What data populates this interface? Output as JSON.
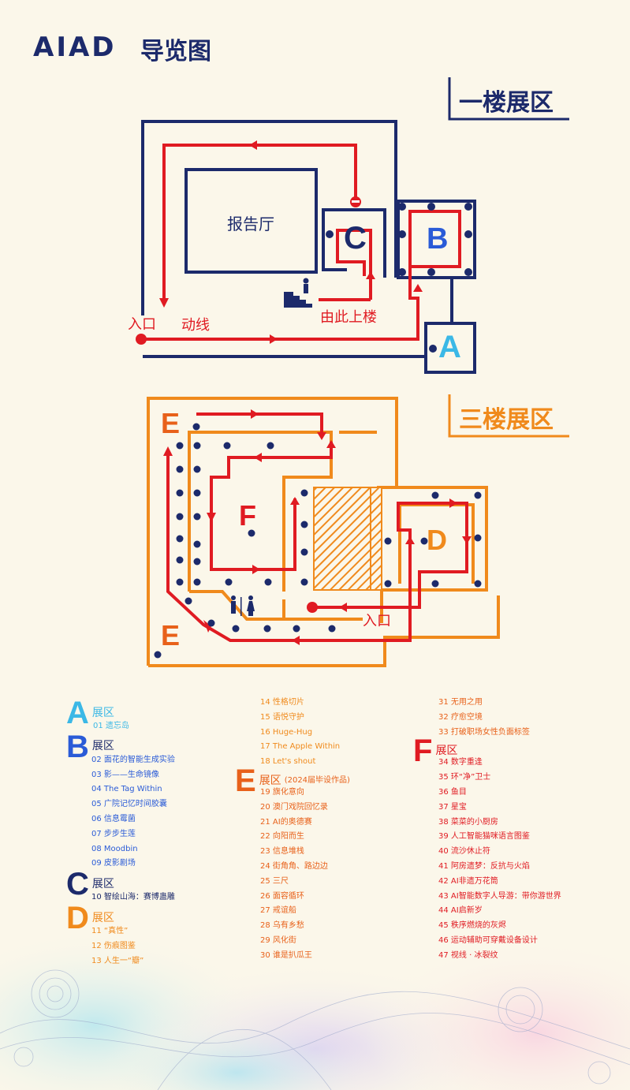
{
  "header": {
    "logo": "AIAD",
    "title": "导览图"
  },
  "floor1": {
    "title": "一楼展区",
    "hall": "报告厅",
    "entrance": "入口",
    "flow": "动线",
    "upstairs": "由此上楼",
    "zones": {
      "A": "A",
      "B": "B",
      "C": "C"
    }
  },
  "floor3": {
    "title": "三楼展区",
    "entrance": "入口",
    "zones": {
      "D": "D",
      "E": "E",
      "F": "F"
    }
  },
  "colors": {
    "navy": "#1c2a6b",
    "red": "#e01b22",
    "orange": "#f08a1c",
    "cyan": "#3bb8e6",
    "blue": "#2a5bd7"
  },
  "legend": {
    "A": {
      "letter": "A",
      "label": "展区",
      "items": [
        "01 遗忘岛"
      ]
    },
    "B": {
      "letter": "B",
      "label": "展区",
      "items": [
        "02 面花的智能生成实验",
        "03 影——生命镜像",
        "04 The Tag Within",
        "05 广院记忆时间胶囊",
        "06 信息霉菌",
        "07 步步生莲",
        "08 Moodbin",
        "09 皮影剧场"
      ]
    },
    "C": {
      "letter": "C",
      "label": "展区",
      "items": [
        "10 智绘山海：赛博蛊雕"
      ]
    },
    "D": {
      "letter": "D",
      "label": "展区",
      "items": [
        "11 “真性”",
        "12 伤痕图鉴",
        "13 人生一“瓣”",
        "14 性格切片",
        "15 语悦守护",
        "16 Huge-Hug",
        "17 The Apple Within",
        "18 Let's shout"
      ]
    },
    "E": {
      "letter": "E",
      "label": "展区",
      "note": "(2024届毕设作品)",
      "items": [
        "19 旗化意向",
        "20 澳门戏院回忆录",
        "21 AI的奥德赛",
        "22 向阳而生",
        "23 信息堆栈",
        "24 街角角、路边边",
        "25 三尺",
        "26 面容循环",
        "27 戒谊船",
        "28 乌有乡愁",
        "29 风化街",
        "30 谁是扒瓜王",
        "31 无用之用",
        "32 疗愈空境",
        "33 打破职场女性负面标签"
      ]
    },
    "F": {
      "letter": "F",
      "label": "展区",
      "items": [
        "34 数字重逢",
        "35 环“净”卫士",
        "36 鱼目",
        "37 星宝",
        "38 菜菜的小厨房",
        "39 人工智能猫咪语言图鉴",
        "40 流沙休止符",
        "41 阿房遗梦：反抗与火焰",
        "42 AI非遗万花筒",
        "43 AI智能数字人导游：带你游世界",
        "44 AI启新岁",
        "45 秩序燃烧的灰烬",
        "46 运动辅助可穿戴设备设计",
        "47 视线 · 冰裂纹"
      ]
    }
  }
}
